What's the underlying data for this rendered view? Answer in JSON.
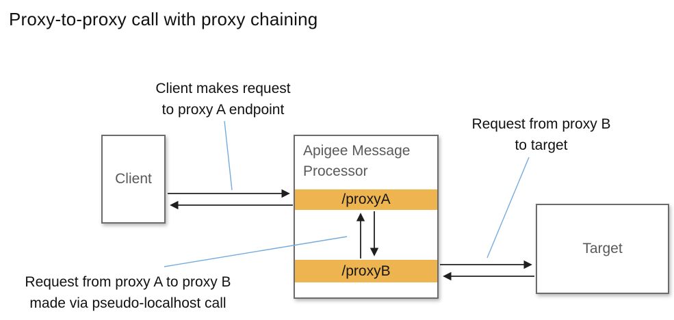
{
  "title": "Proxy-to-proxy call with proxy chaining",
  "nodes": {
    "client": {
      "label": "Client"
    },
    "processor": {
      "label": "Apigee Message Processor",
      "endpoints": [
        {
          "label": "/proxyA"
        },
        {
          "label": "/proxyB"
        }
      ]
    },
    "target": {
      "label": "Target"
    }
  },
  "annotations": {
    "client_request": {
      "line1": "Client makes request",
      "line2": "to proxy A endpoint"
    },
    "proxy_b_to_target": {
      "line1": "Request from proxy B",
      "line2": "to target"
    },
    "proxy_a_to_proxy_b": {
      "line1": "Request from proxy A to proxy B",
      "line2": "made via pseudo-localhost call"
    }
  },
  "edges": [
    {
      "from": "client",
      "to": "/proxyA",
      "direction": "request"
    },
    {
      "from": "/proxyA",
      "to": "client",
      "direction": "response"
    },
    {
      "from": "/proxyA",
      "to": "/proxyB",
      "direction": "request"
    },
    {
      "from": "/proxyB",
      "to": "/proxyA",
      "direction": "response"
    },
    {
      "from": "/proxyB",
      "to": "target",
      "direction": "request"
    },
    {
      "from": "target",
      "to": "/proxyB",
      "direction": "response"
    }
  ],
  "colors": {
    "background": "#FFFFFF",
    "text": "#111111",
    "endpoint_bar": "#EDB44F",
    "leader_line": "#74ABDE",
    "box_border": "#6B6B6B",
    "box_label": "#595959",
    "arrow": "#1F1F1F"
  }
}
